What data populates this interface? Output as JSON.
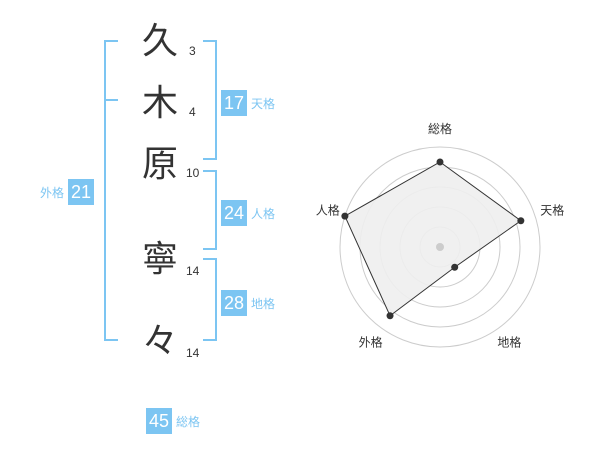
{
  "name": {
    "chars": [
      {
        "char": "久",
        "strokes": "3"
      },
      {
        "char": "木",
        "strokes": "4"
      },
      {
        "char": "原",
        "strokes": "10"
      },
      {
        "char": "寧",
        "strokes": "14"
      },
      {
        "char": "々",
        "strokes": "14"
      }
    ]
  },
  "fortunes": {
    "tenkaku": {
      "label": "天格",
      "value": "17"
    },
    "jinkaku": {
      "label": "人格",
      "value": "24"
    },
    "chikaku": {
      "label": "地格",
      "value": "28"
    },
    "gaikaku": {
      "label": "外格",
      "value": "21"
    },
    "soukaku": {
      "label": "総格",
      "value": "45"
    }
  },
  "radar": {
    "axes": [
      "総格",
      "天格",
      "地格",
      "外格",
      "人格"
    ],
    "values": [
      0.85,
      0.85,
      0.25,
      0.85,
      1.0
    ],
    "max": 1.0,
    "rings": 5,
    "fill_color": "#eeeeee",
    "line_color": "#333333",
    "ring_color": "#cccccc",
    "center_color": "#cccccc"
  },
  "colors": {
    "accent": "#7cc5f2",
    "text": "#333333"
  }
}
